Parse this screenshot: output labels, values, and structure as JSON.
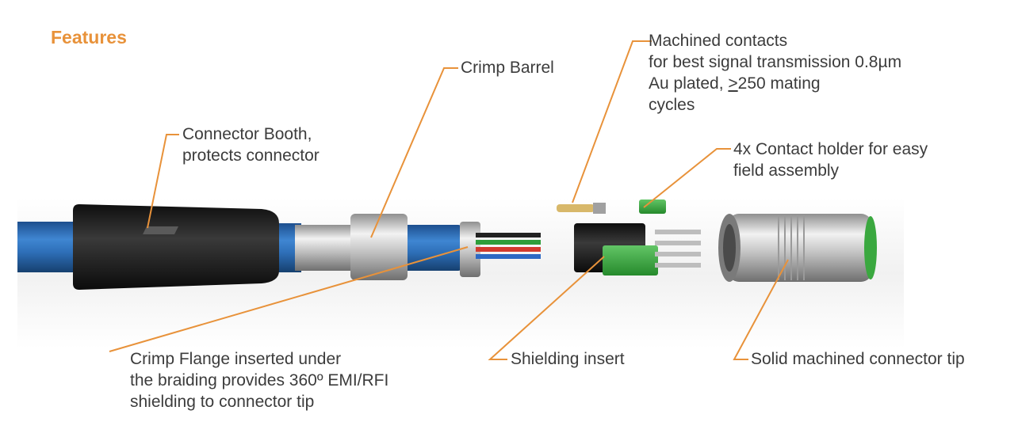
{
  "title": "Features",
  "accent_color": "#e8923a",
  "labels": {
    "machined_contacts": {
      "line1": "Machined contacts",
      "line2": "for best signal transmission 0.8µm",
      "line3_pre": "Au plated, ",
      "line3_ge": ">",
      "line3_post": "250 mating",
      "line4": "cycles"
    },
    "crimp_barrel": "Crimp Barrel",
    "connector_booth": {
      "line1": "Connector Booth,",
      "line2": "protects connector"
    },
    "contact_holder": {
      "line1": "4x Contact holder for easy",
      "line2": "field assembly"
    },
    "crimp_flange": {
      "line1": "Crimp Flange inserted under",
      "line2": "the braiding provides 360º EMI/RFI",
      "line3": "shielding to connector tip"
    },
    "shielding_insert": "Shielding insert",
    "connector_tip": "Solid machined connector tip"
  },
  "colors": {
    "cable_blue": "#2e6fb8",
    "boot_black": "#1f1f1f",
    "metal": "#c9c9c9",
    "holder_green": "#3aa83f",
    "leader": "#e8923a",
    "text": "#3c3c3c"
  }
}
